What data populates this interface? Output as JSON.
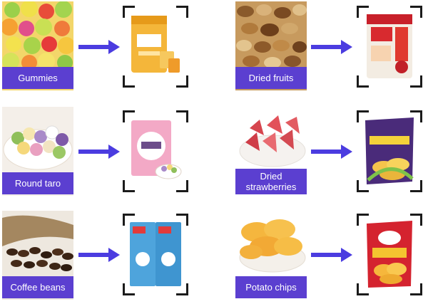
{
  "colors": {
    "label_bg": "#5b3fd0",
    "label_text": "#ffffff",
    "arrow": "#4b3ce0",
    "frame": "#1b1b1b"
  },
  "rows": [
    {
      "left": {
        "label": "Gummies",
        "photo_icon": "gummies-photo",
        "package_icon": "gummies-package-image"
      },
      "right": {
        "label": "Dried fruits",
        "photo_icon": "nuts-photo",
        "package_icon": "melon-seeds-package-image"
      }
    },
    {
      "left": {
        "label": "Round taro",
        "photo_icon": "taro-balls-photo",
        "package_icon": "taro-balls-package-image"
      },
      "right": {
        "label": "Dried strawberries",
        "photo_icon": "strawberries-photo",
        "package_icon": "chips-bag-image"
      }
    },
    {
      "left": {
        "label": "Coffee beans",
        "photo_icon": "coffee-beans-photo",
        "package_icon": "coffee-packages-image"
      },
      "right": {
        "label": "Potato chips",
        "photo_icon": "potato-chips-photo",
        "package_icon": "potato-chips-bag-image"
      }
    }
  ]
}
